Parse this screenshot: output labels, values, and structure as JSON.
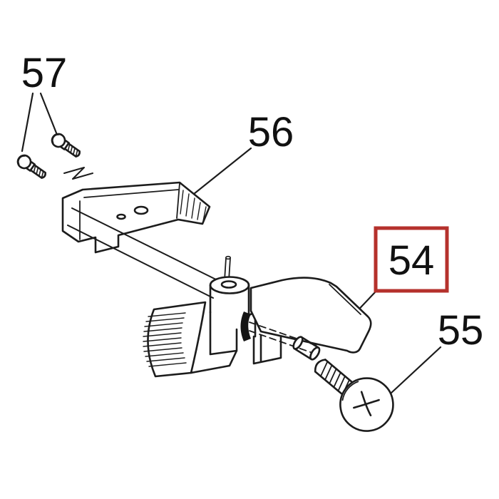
{
  "diagram": {
    "kind": "exploded-parts-diagram",
    "background": "#ffffff",
    "line_color": "#1c1c1c",
    "text_color": "#111111",
    "highlight_color": "#b5312c",
    "labels": {
      "part54": "54",
      "part55": "55",
      "part56": "56",
      "part57": "57"
    },
    "parts": [
      {
        "number": "57",
        "shape": "two-shoulder-screws",
        "highlighted": false
      },
      {
        "number": "56",
        "shape": "mounting-bracket",
        "highlighted": false
      },
      {
        "number": "54",
        "shape": "lever-holder-assembly",
        "highlighted": true
      },
      {
        "number": "55",
        "shape": "pan-head-phillips-screw",
        "highlighted": false
      }
    ]
  }
}
